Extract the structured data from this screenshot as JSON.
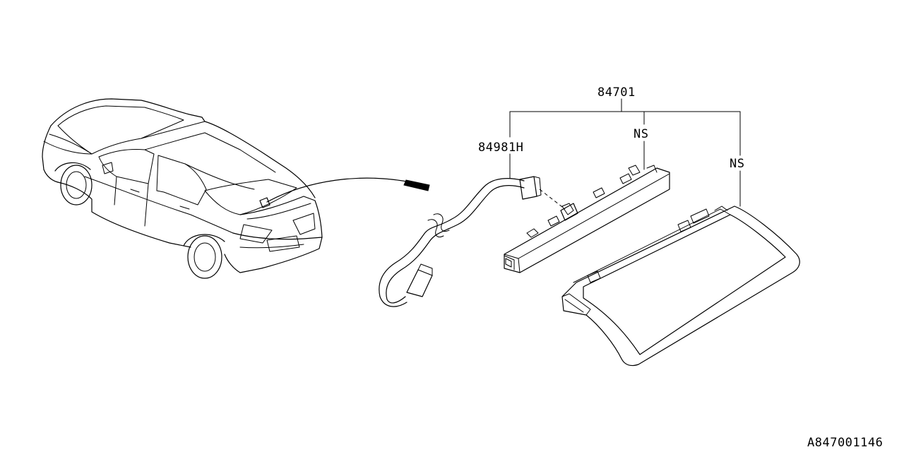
{
  "diagram": {
    "labels": {
      "assembly_part": "84701",
      "bulb_part": "84981H",
      "ns_lamp": "NS",
      "ns_cover": "NS",
      "figure_id": "A847001146"
    }
  }
}
